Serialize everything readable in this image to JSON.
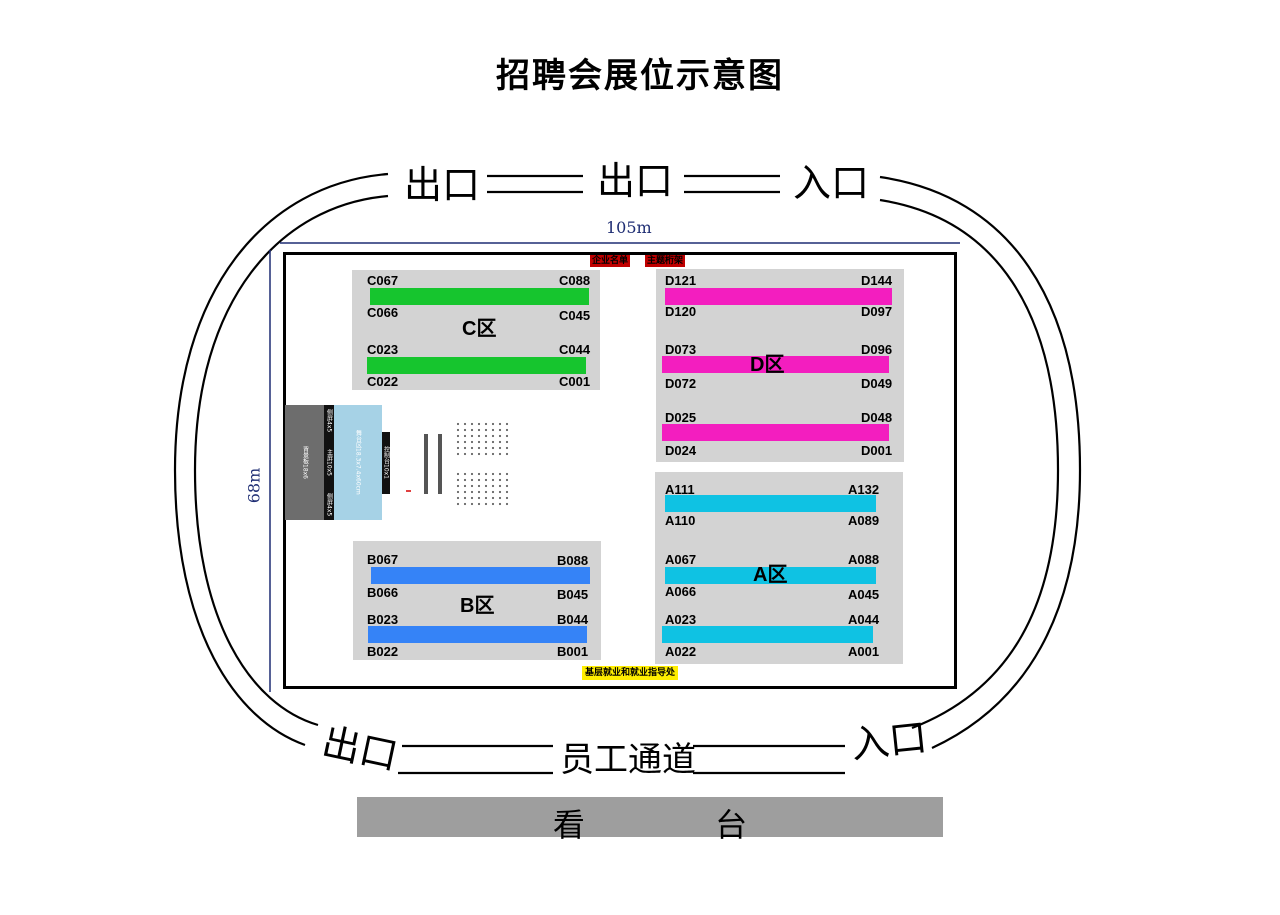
{
  "title": "招聘会展位示意图",
  "gates": {
    "top_left": "出口",
    "top_middle": "出口",
    "top_right": "入口",
    "bottom_left": "出口",
    "bottom_middle": "员工通道",
    "bottom_right": "入口"
  },
  "dimensions": {
    "width": "105m",
    "height": "68m"
  },
  "top_tags": {
    "company_list": "企业名单",
    "theme_frame": "主题桁架"
  },
  "bottom_tag": "基层就业和就业指导处",
  "stand": "看 台",
  "stage": {
    "backdrop": "背景板18x6",
    "screen": "主屏10x5",
    "side_top": "侧屏4x5",
    "side_bottom": "侧屏4x5",
    "platform": "舞台区18.3x7.4x60cm",
    "console": "控制台10x1"
  },
  "colors": {
    "zone_a": "#0fc2e3",
    "zone_b": "#3583f7",
    "zone_c": "#16c52e",
    "zone_d": "#f31ebf",
    "zone_bg": "#d3d3d3",
    "stage": "#a6d2e6",
    "top_tag": "#c00000",
    "bottom_tag": "#ffee00"
  },
  "zones": {
    "C": {
      "label": "C区",
      "rows": [
        {
          "top_left": "C067",
          "top_right": "C088",
          "bottom_left": "C066",
          "bottom_right": "C045"
        },
        {
          "top_left": "C023",
          "top_right": "C044",
          "bottom_left": "C022",
          "bottom_right": "C001"
        }
      ]
    },
    "D": {
      "label": "D区",
      "rows": [
        {
          "top_left": "D121",
          "top_right": "D144",
          "bottom_left": "D120",
          "bottom_right": "D097"
        },
        {
          "top_left": "D073",
          "top_right": "D096",
          "bottom_left": "D072",
          "bottom_right": "D049"
        },
        {
          "top_left": "D025",
          "top_right": "D048",
          "bottom_left": "D024",
          "bottom_right": "D001"
        }
      ]
    },
    "B": {
      "label": "B区",
      "rows": [
        {
          "top_left": "B067",
          "top_right": "B088",
          "bottom_left": "B066",
          "bottom_right": "B045"
        },
        {
          "top_left": "B023",
          "top_right": "B044",
          "bottom_left": "B022",
          "bottom_right": "B001"
        }
      ]
    },
    "A": {
      "label": "A区",
      "rows": [
        {
          "top_left": "A111",
          "top_right": "A132",
          "bottom_left": "A110",
          "bottom_right": "A089"
        },
        {
          "top_left": "A067",
          "top_right": "A088",
          "bottom_left": "A066",
          "bottom_right": "A045"
        },
        {
          "top_left": "A023",
          "top_right": "A044",
          "bottom_left": "A022",
          "bottom_right": "A001"
        }
      ]
    }
  }
}
